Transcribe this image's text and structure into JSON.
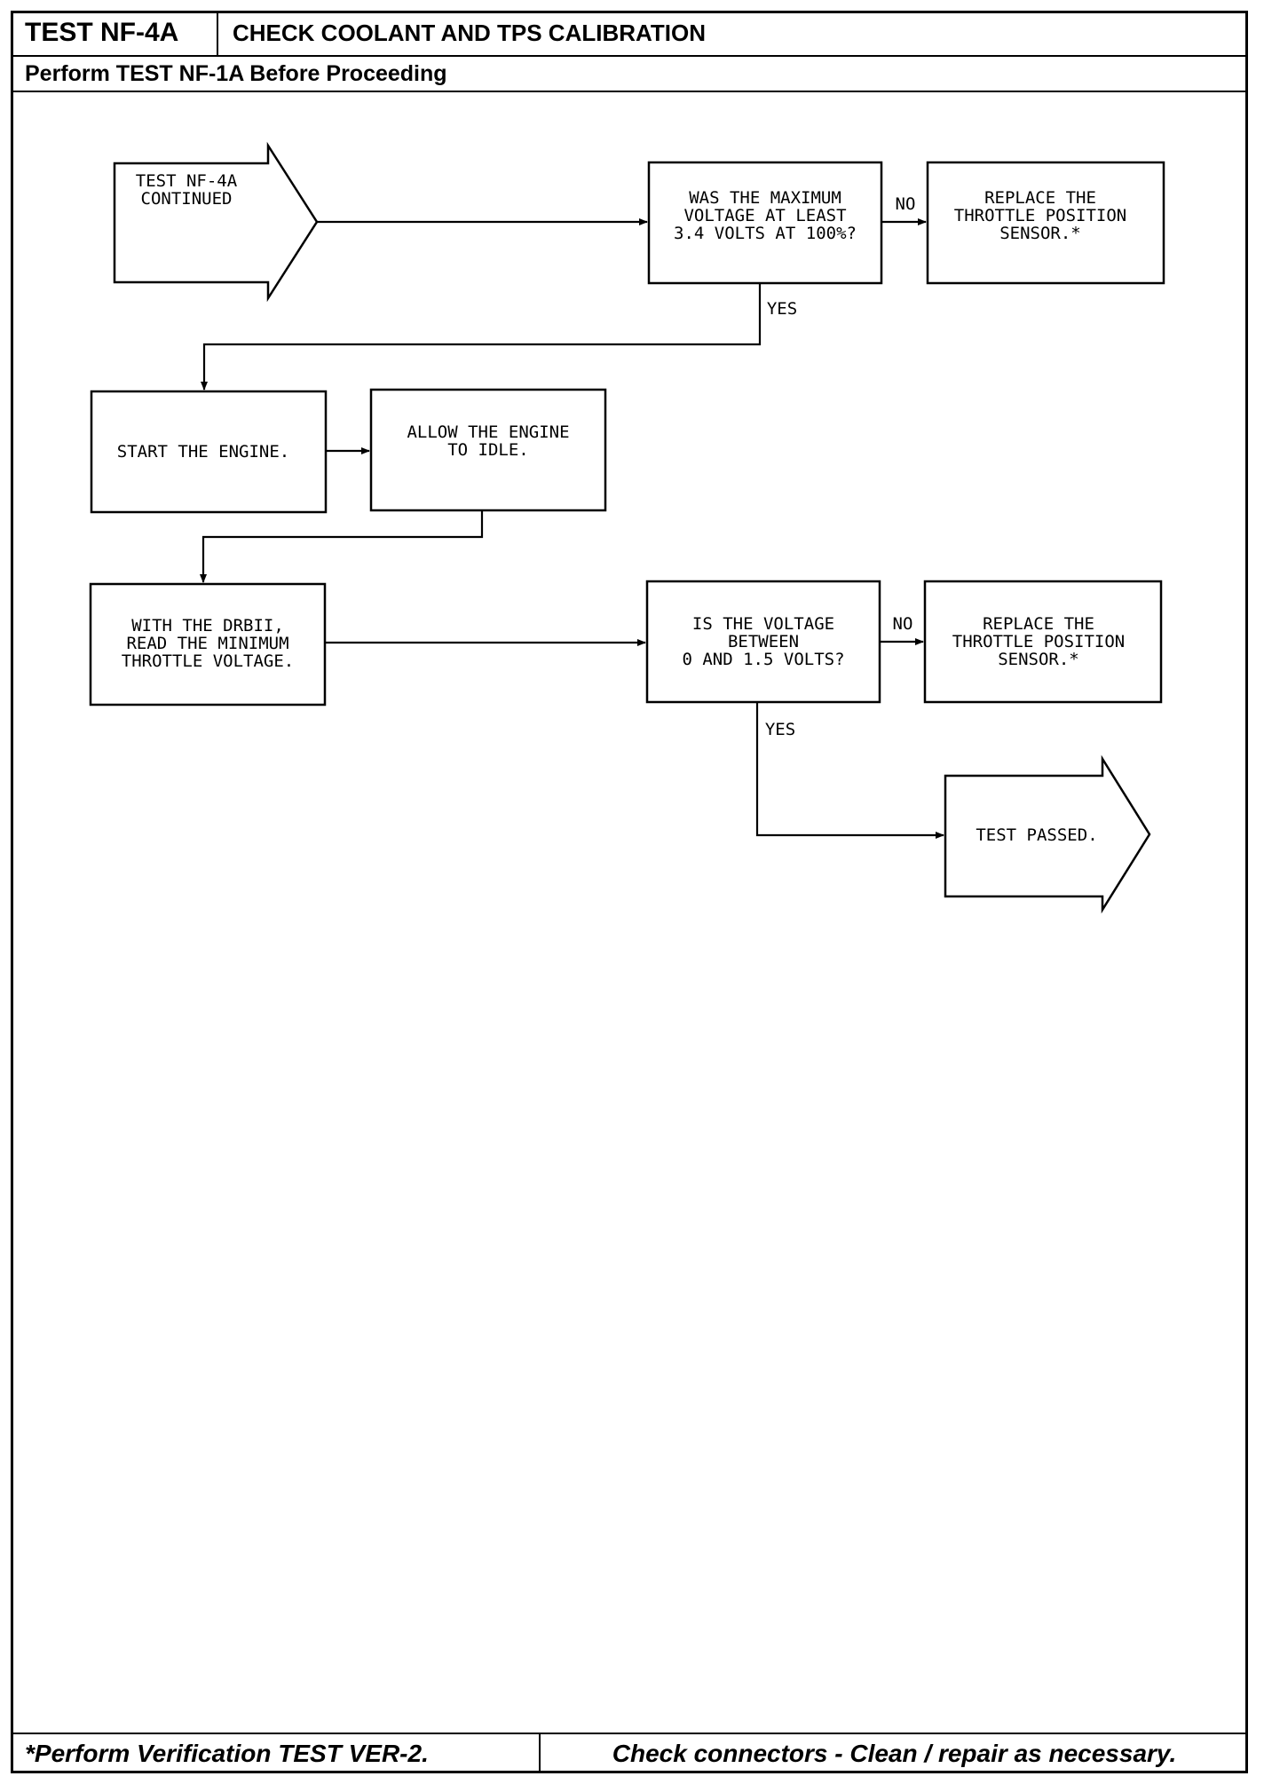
{
  "header": {
    "test_id": "TEST NF-4A",
    "title": "CHECK COOLANT AND TPS CALIBRATION",
    "prerequisite": "Perform TEST NF-1A Before Proceeding"
  },
  "flowchart": {
    "start_arrow": [
      "TEST NF-4A",
      "CONTINUED"
    ],
    "q1": [
      "WAS THE MAXIMUM",
      "VOLTAGE AT LEAST",
      "3.4 VOLTS AT 100%?"
    ],
    "q1_no_label": "NO",
    "q1_no_action": [
      "REPLACE THE",
      "THROTTLE POSITION",
      "SENSOR.*"
    ],
    "q1_yes_label": "YES",
    "step_start_engine": [
      "START THE ENGINE."
    ],
    "step_idle": [
      "ALLOW THE ENGINE",
      "TO IDLE."
    ],
    "step_read": [
      "WITH THE DRBII,",
      "READ THE MINIMUM",
      "THROTTLE VOLTAGE."
    ],
    "q2": [
      "IS THE VOLTAGE",
      "BETWEEN",
      "0 AND 1.5 VOLTS?"
    ],
    "q2_no_label": "NO",
    "q2_no_action": [
      "REPLACE THE",
      "THROTTLE POSITION",
      "SENSOR.*"
    ],
    "q2_yes_label": "YES",
    "end_arrow": [
      "TEST PASSED."
    ]
  },
  "footer": {
    "left": "*Perform Verification TEST VER-2.",
    "right": "Check connectors - Clean / repair as necessary."
  }
}
